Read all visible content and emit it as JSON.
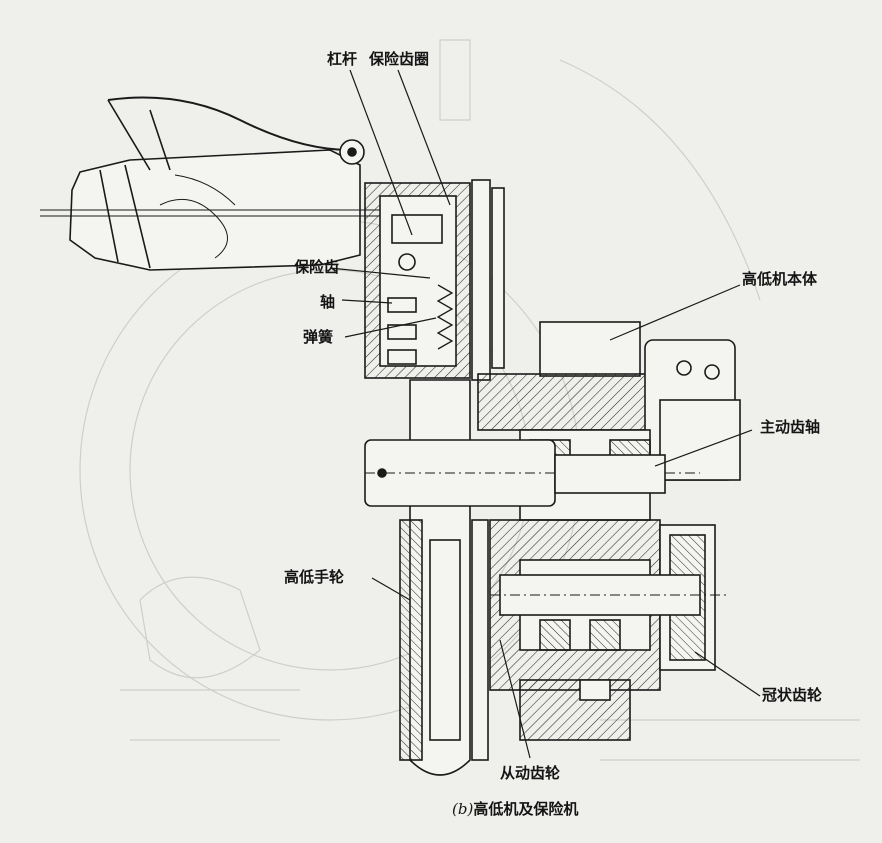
{
  "labels": {
    "lever": "杠杆",
    "safety_ring": "保险齿圈",
    "safety_tooth": "保险齿",
    "shaft": "轴",
    "spring": "弹簧",
    "body": "高低机本体",
    "drive_shaft": "主动齿轴",
    "handwheel": "高低手轮",
    "crown_gear": "冠状齿轮",
    "driven_gear": "从动齿轮"
  },
  "caption": {
    "letter": "(b)",
    "text": "高低机及保险机"
  },
  "colors": {
    "paper": "#efefec",
    "ink": "#1a1a1a",
    "hatch": "#2a2a2a",
    "faint": "#c9c9c4"
  }
}
